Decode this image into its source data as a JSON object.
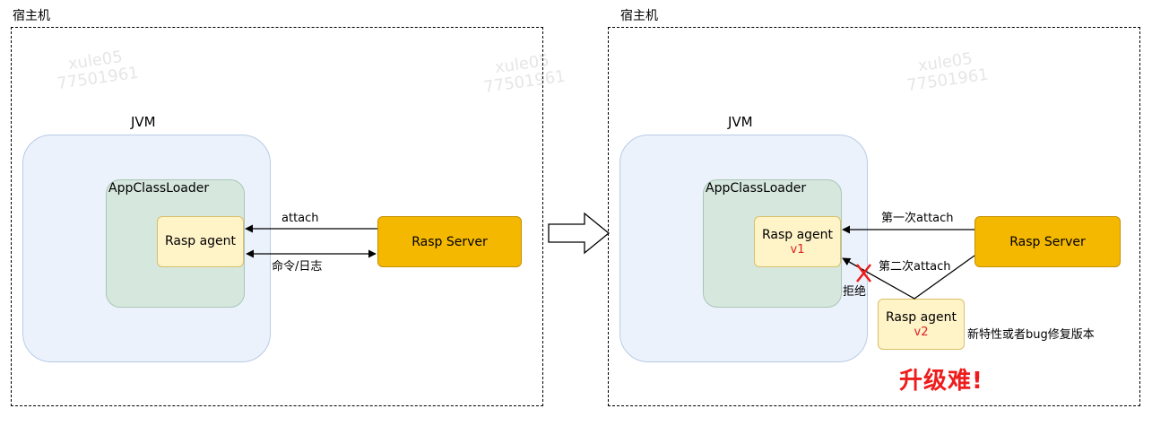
{
  "watermark": {
    "line1": "xule05",
    "line2": "77501961"
  },
  "left": {
    "host_label": "宿主机",
    "jvm_label": "JVM",
    "loader_label": "AppClassLoader",
    "agent_label": "Rasp agent",
    "server_label": "Rasp Server",
    "edge_attach": "attach",
    "edge_cmd": "命令/日志"
  },
  "right": {
    "host_label": "宿主机",
    "jvm_label": "JVM",
    "loader_label": "AppClassLoader",
    "agent_label": "Rasp agent",
    "agent_version": "v1",
    "server_label": "Rasp Server",
    "edge_first": "第一次attach",
    "edge_second": "第二次attach",
    "reject_label": "拒绝",
    "new_agent_label": "Rasp agent",
    "new_agent_version": "v2",
    "new_agent_note": "新特性或者bug修复版本",
    "warning": "升级难!"
  },
  "colors": {
    "jvm_fill": "#ecf2fb",
    "loader_fill": "#d6e7de",
    "agent_fill": "#fff3c8",
    "server_fill": "#f4b800",
    "reject_red": "#ee1c1c"
  }
}
